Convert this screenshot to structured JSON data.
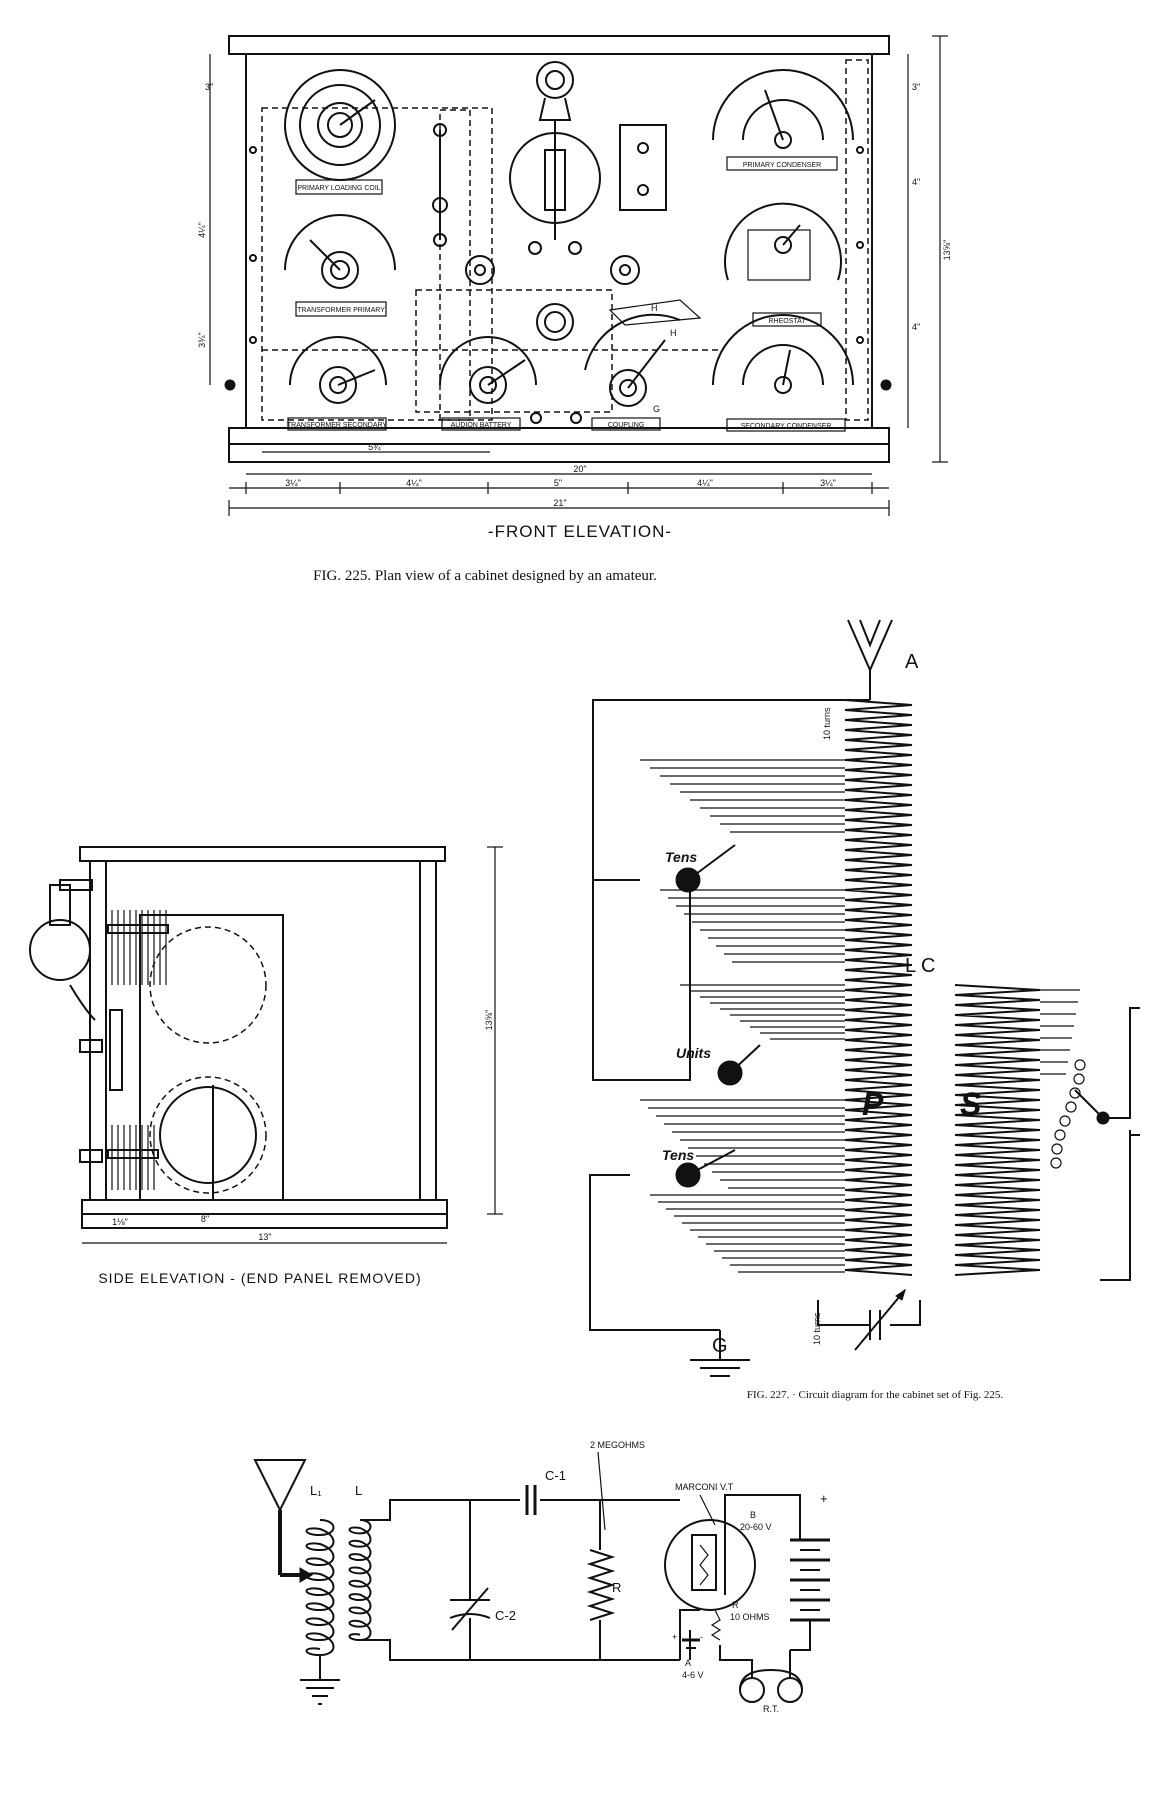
{
  "front_elevation": {
    "title": "-FRONT ELEVATION-",
    "panel_labels": {
      "primary_loading_coil": "PRIMARY LOADING COIL",
      "primary_condenser": "PRIMARY CONDENSER",
      "transformer_primary": "TRANSFORMER PRIMARY",
      "rheostat": "RHEOSTAT",
      "transformer_secondary": "TRANSFORMER SECONDARY",
      "audion_battery": "AUDION BATTERY",
      "coupling": "COUPLING",
      "secondary_condenser": "SECONDARY CONDENSER"
    },
    "markers": {
      "h": "H",
      "h1": "H",
      "g": "G"
    },
    "dims": {
      "w20": "20\"",
      "w21": "21\"",
      "w5": "5\"",
      "w3q_left": "3¼\"",
      "w4q_left": "4¼\"",
      "w4q_right": "4¼\"",
      "w3q_right": "3¼\"",
      "w5q": "5¾\"",
      "h13": "13⅝\"",
      "h4q": "4¼\"",
      "h3q": "3¾\"",
      "r3": "3\"",
      "r4a": "4\"",
      "r4b": "4\""
    }
  },
  "fig225_caption": "FIG. 225. Plan view of a cabinet designed by an amateur.",
  "side_elevation": {
    "title": "SIDE ELEVATION - (END PANEL REMOVED)",
    "dims": {
      "h13": "13⅝\"",
      "w13": "13\"",
      "d1": "1⅛\"",
      "d2": "8\""
    }
  },
  "circuit_227": {
    "labels": {
      "a": "A",
      "lc": "L C",
      "g": "G",
      "tens_top": "Tens",
      "units": "Units",
      "tens_bottom": "Tens",
      "p": "P",
      "s": "S",
      "turns_top": "10 turns",
      "turns_bottom": "10 turns"
    },
    "caption": "FIG. 227. · Circuit diagram for the cabinet set of Fig. 225."
  },
  "circuit_bottom": {
    "labels": {
      "l1": "L₁",
      "l": "L",
      "c1": "C-1",
      "c2": "C-2",
      "megohms": "2 MEGOHMS",
      "tube": "MARCONI V.T",
      "b": "B",
      "b_volts": "20-60 V",
      "r": "R",
      "r_ohms": "R",
      "ohms": "10 OHMS",
      "a": "A",
      "a_volts": "4-6 V",
      "plus": "+",
      "minus": "-",
      "rt": "R.T."
    }
  }
}
